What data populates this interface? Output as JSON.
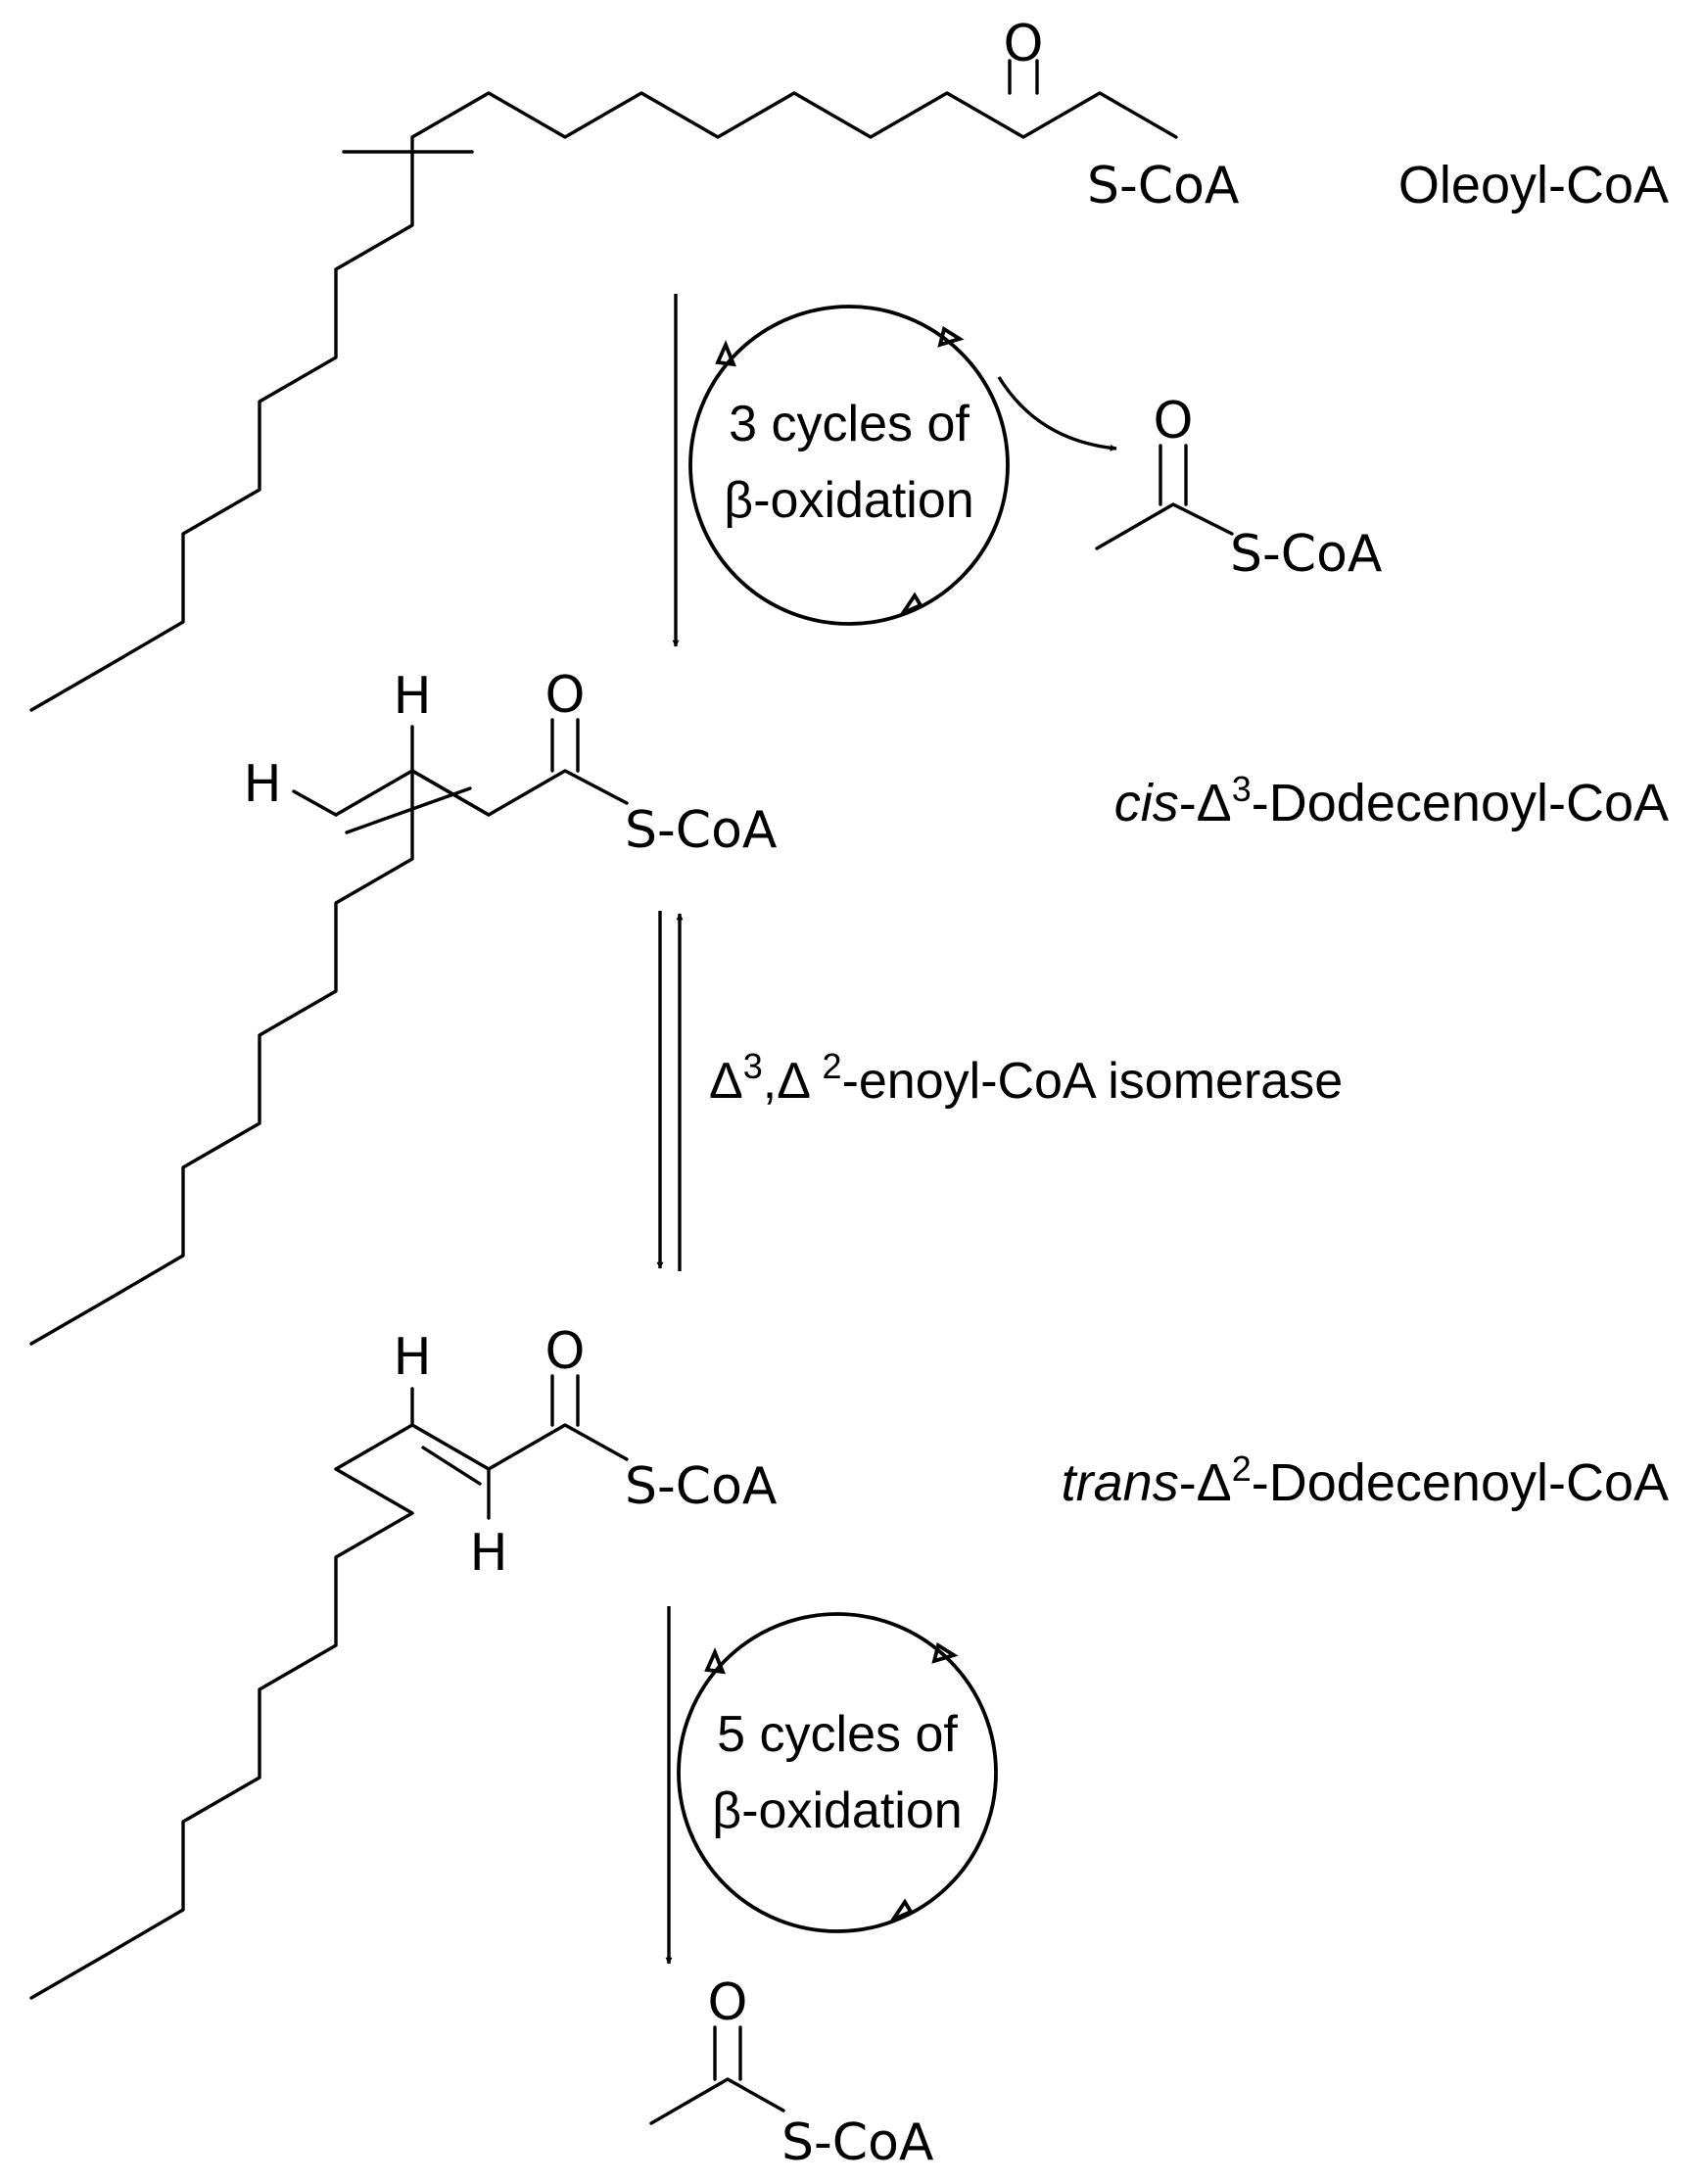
{
  "atoms": {
    "oxygen": "O",
    "hydrogen": "H",
    "thioester": "S-CoA"
  },
  "compounds": {
    "oleoyl": {
      "name": "Oleoyl-CoA"
    },
    "cis": {
      "prefix": "cis",
      "middle": "-Δ",
      "sup": "3",
      "suffix": "-Dodecenoyl-CoA"
    },
    "trans": {
      "prefix": "trans",
      "middle": "-Δ",
      "sup": "2",
      "suffix": "-Dodecenoyl-CoA"
    }
  },
  "steps": {
    "cycle1": {
      "line1": "3 cycles of",
      "line2": "β-oxidation"
    },
    "isomerase": {
      "d1": "Δ",
      "sup1": "3",
      "sep": ",Δ ",
      "sup2": "2",
      "rest": "-enoyl-CoA isomerase"
    },
    "cycle2": {
      "line1": "5 cycles of",
      "line2": "β-oxidation"
    }
  }
}
